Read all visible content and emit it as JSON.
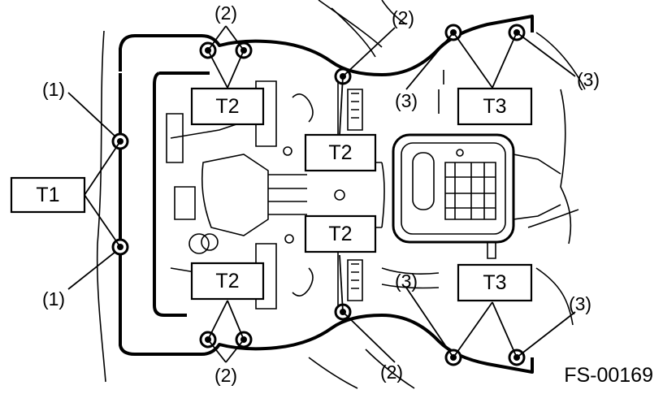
{
  "torque_boxes": {
    "t1": "T1",
    "t2": "T2",
    "t3": "T3"
  },
  "callouts": {
    "c1": "(1)",
    "c2": "(2)",
    "c3": "(3)"
  },
  "figure_id": "FS-00169"
}
